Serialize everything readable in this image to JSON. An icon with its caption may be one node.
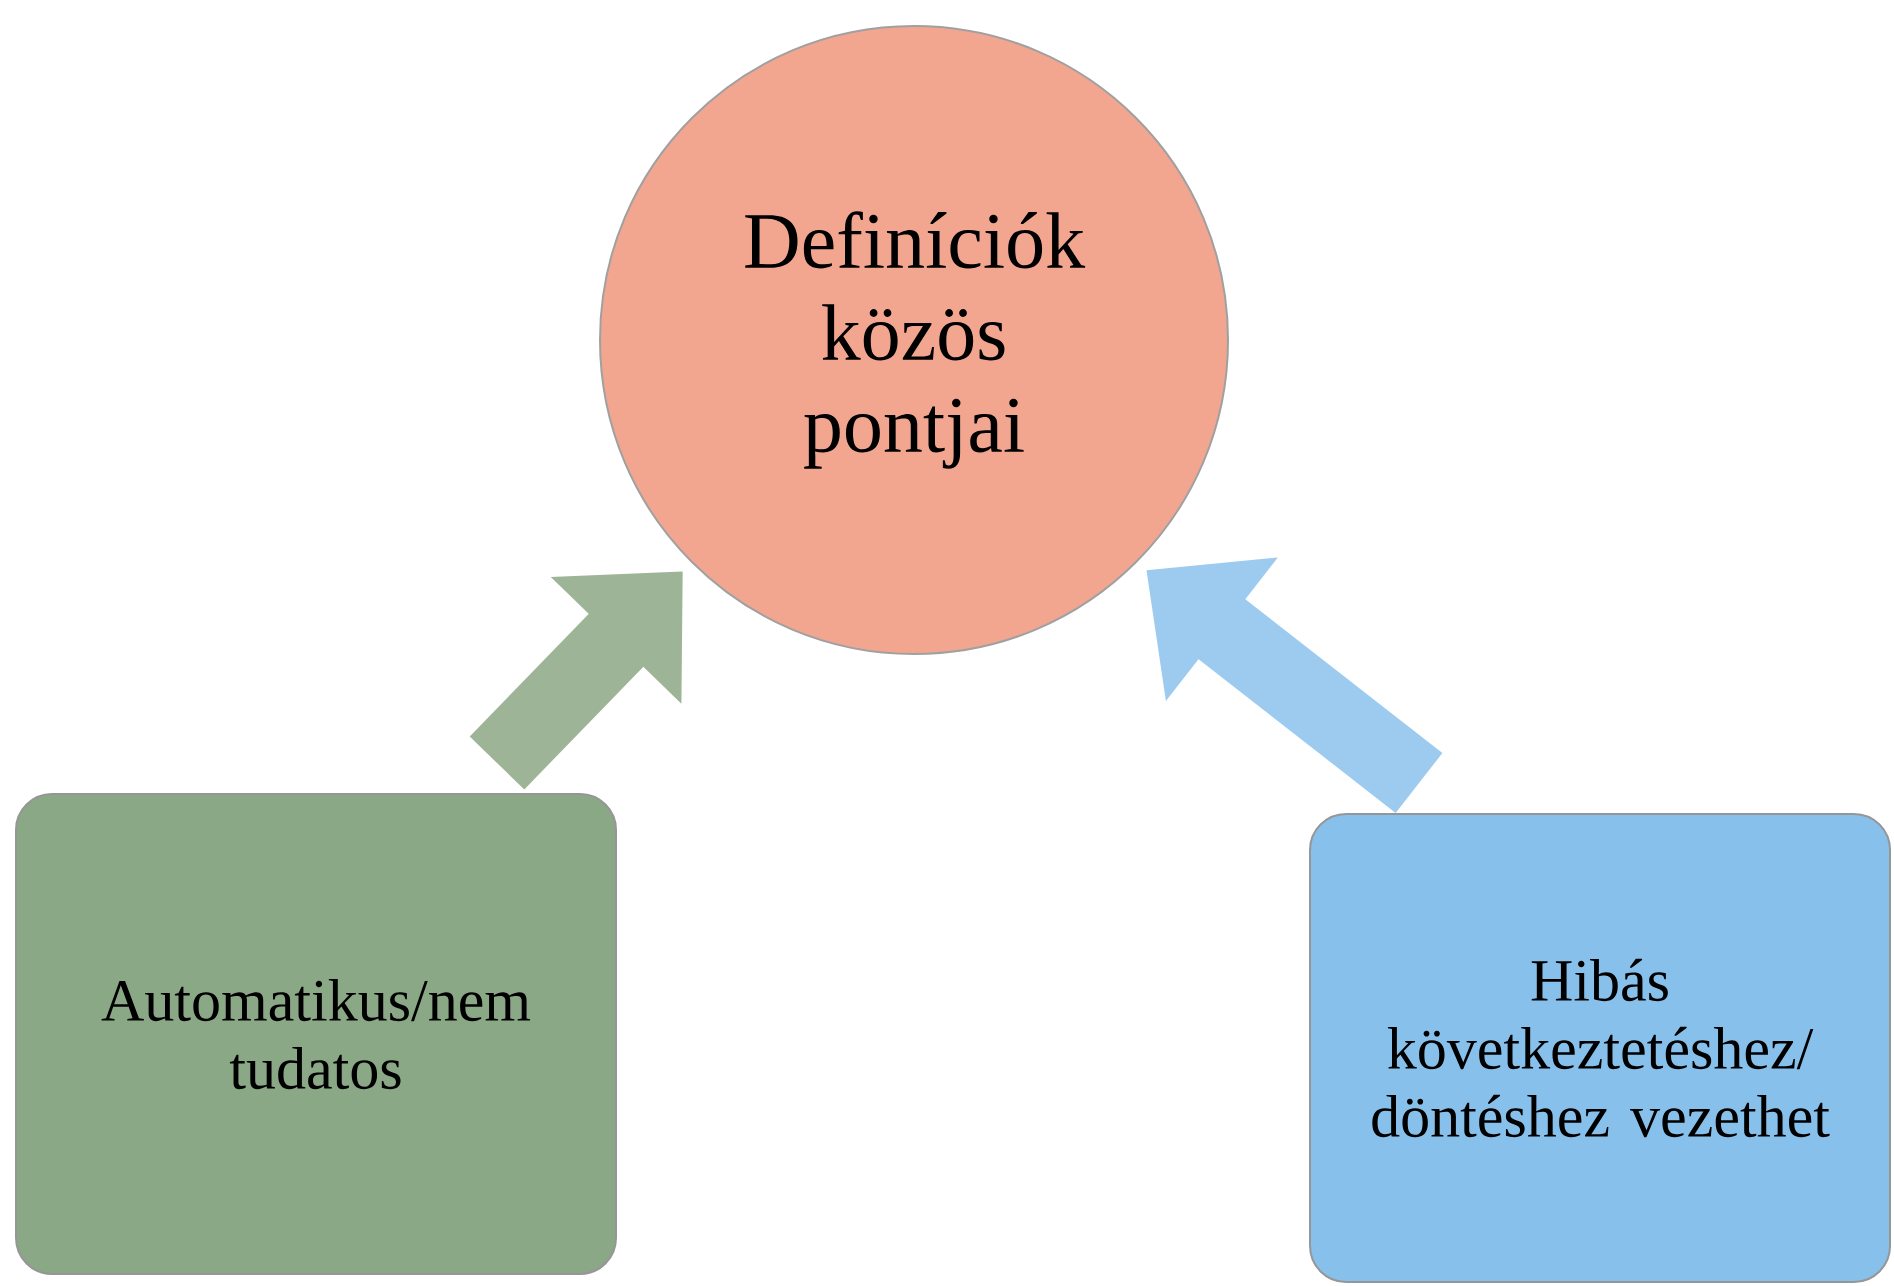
{
  "diagram": {
    "nodes": [
      {
        "text": [
          "Definíciók közös pontjai"
        ]
      },
      {
        "text": [
          "Automatikus/nem tudatos"
        ]
      },
      {
        "text": [
          "Hibás következtetéshez/ döntéshez vezethet"
        ]
      }
    ],
    "edges": [
      {
        "from": 1,
        "to": 0,
        "arrow": "to",
        "color": "#9db596"
      },
      {
        "from": 2,
        "to": 0,
        "arrow": "to",
        "color": "#9dcbf0"
      }
    ]
  }
}
